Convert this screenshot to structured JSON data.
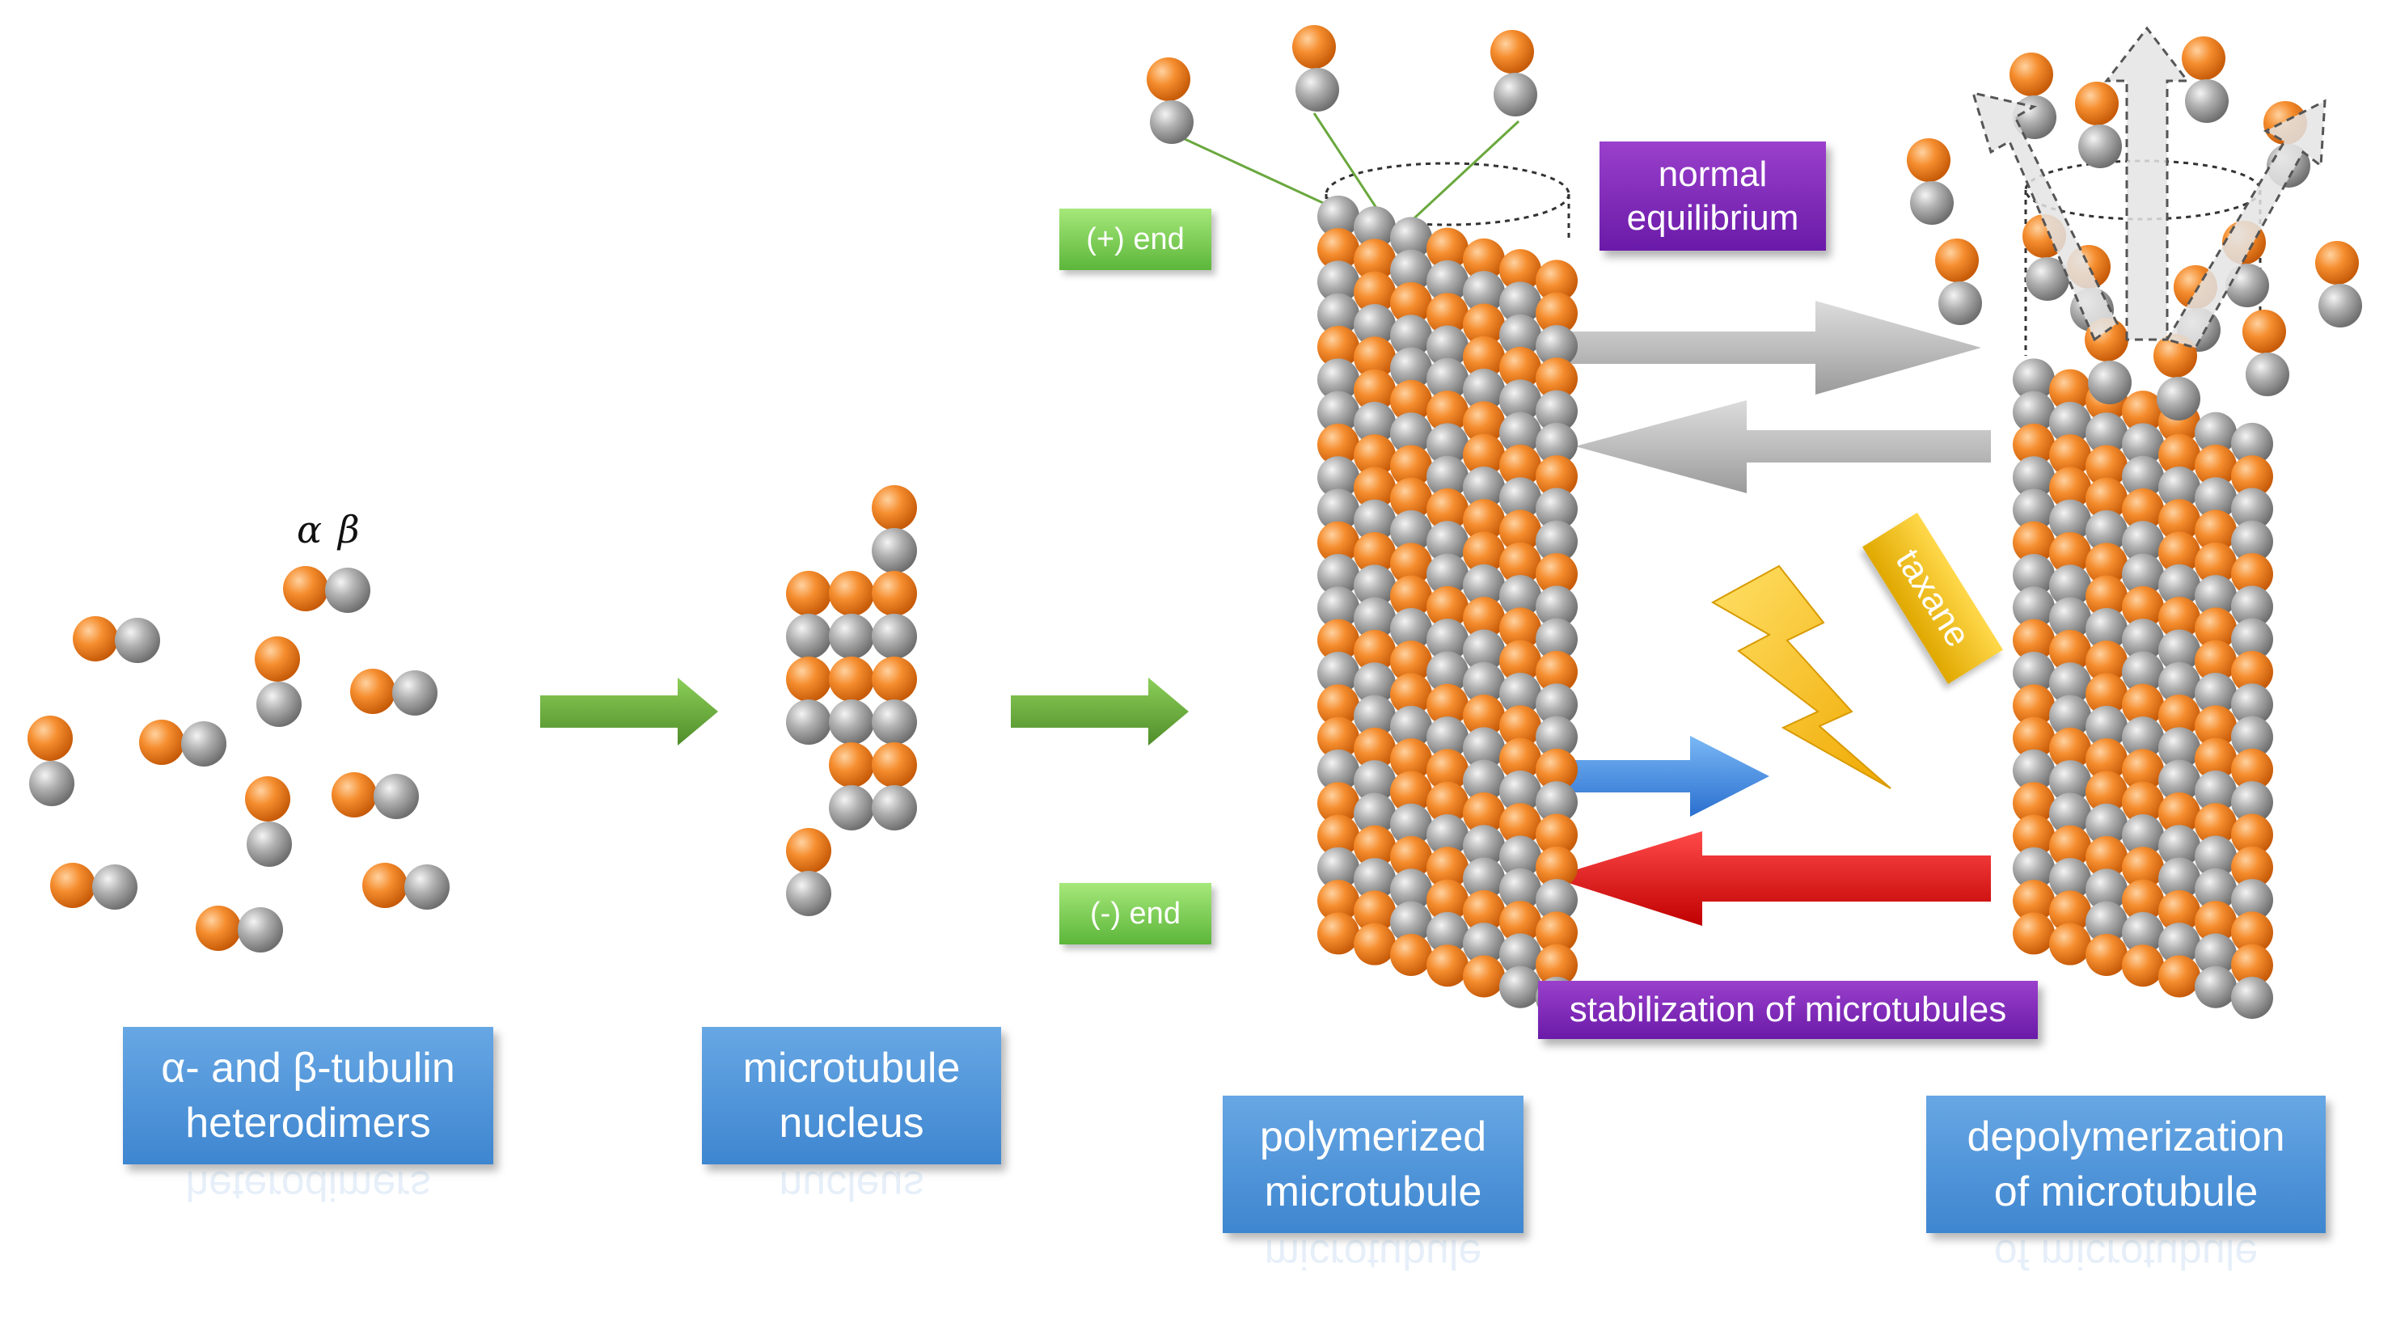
{
  "labels": {
    "alpha": "α",
    "beta": "β",
    "heterodimers_line1": "α- and β-tubulin",
    "heterodimers_line2": "heterodimers",
    "nucleus_line1": "microtubule",
    "nucleus_line2": "nucleus",
    "polymerized_line1": "polymerized",
    "polymerized_line2": "microtubule",
    "depoly_line1": "depolymerization",
    "depoly_line2": "of microtubule",
    "normal_eq_line1": "normal",
    "normal_eq_line2": "equilibrium",
    "plus_end": "(+) end",
    "minus_end": "(-) end",
    "stabilization": "stabilization of microtubules",
    "taxane": "taxane"
  },
  "colors": {
    "alpha_subunit": "#f08a2c",
    "beta_subunit": "#a8a8a8",
    "label_blue": "#4a8fd6",
    "label_purple": "#7a22b5",
    "label_green": "#72c94a",
    "arrow_green": "#6aa83e",
    "arrow_gray": "#b8b8b8",
    "arrow_blue": "#3a85e0",
    "arrow_red": "#e01010",
    "lightning": "#f5c518"
  }
}
